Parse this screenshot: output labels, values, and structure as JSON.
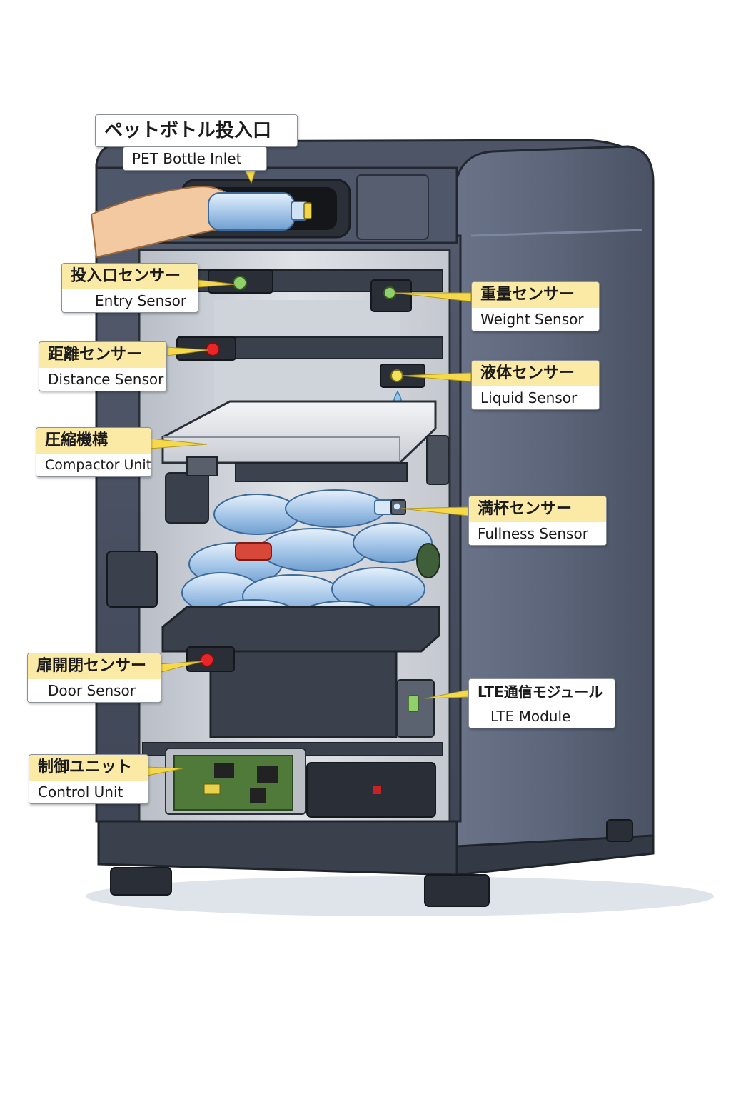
{
  "labels": {
    "inlet": {
      "jp": "ペットボトル投入口",
      "en": "PET Bottle Inlet"
    },
    "entry": {
      "jp": "投入口センサー",
      "en": "Entry Sensor"
    },
    "weight": {
      "jp": "重量センサー",
      "en": "Weight Sensor"
    },
    "distance": {
      "jp": "距離センサー",
      "en": "Distance Sensor"
    },
    "liquid": {
      "jp": "液体センサー",
      "en": "Liquid Sensor"
    },
    "compactor": {
      "jp": "圧縮機構",
      "en": "Compactor Unit"
    },
    "fullness": {
      "jp": "満杯センサー",
      "en": "Fullness Sensor"
    },
    "door": {
      "jp": "扉開閉センサー",
      "en": "Door Sensor"
    },
    "lte": {
      "jp": "LTE通信モジュール",
      "en": "LTE Module"
    },
    "control": {
      "jp": "制御ユニット",
      "en": "Control Unit"
    }
  },
  "colors": {
    "cabinet": "#5a6275",
    "cabinet_dark": "#343a47",
    "interior": "#d9dce2",
    "label_fill": "#fbe9a6",
    "sensor_green": "#8fd06a",
    "sensor_red": "#e8262a",
    "sensor_yellow": "#f2e25a",
    "bottle": "#b7d3ee"
  }
}
